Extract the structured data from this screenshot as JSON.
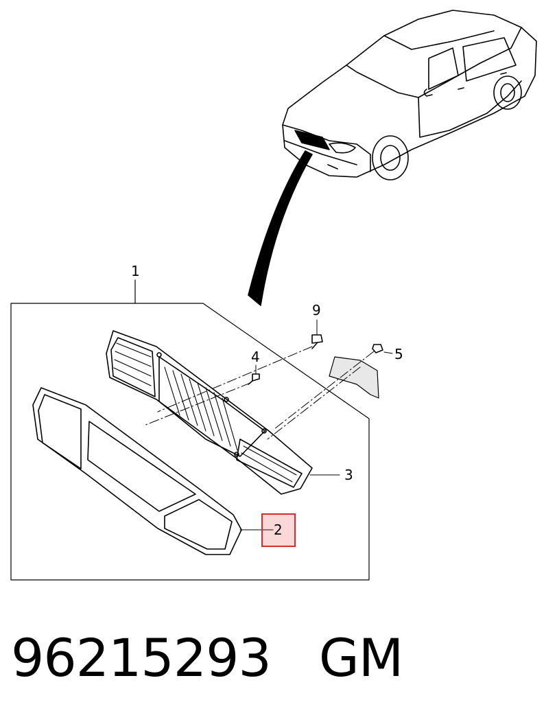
{
  "callouts": {
    "c1": "1",
    "c2": "2",
    "c3": "3",
    "c4": "4",
    "c5": "5",
    "c9": "9"
  },
  "highlighted_callout": "2",
  "highlight_color": "#d92b2b",
  "footer": {
    "part_number": "96215293",
    "brand": "GM"
  }
}
